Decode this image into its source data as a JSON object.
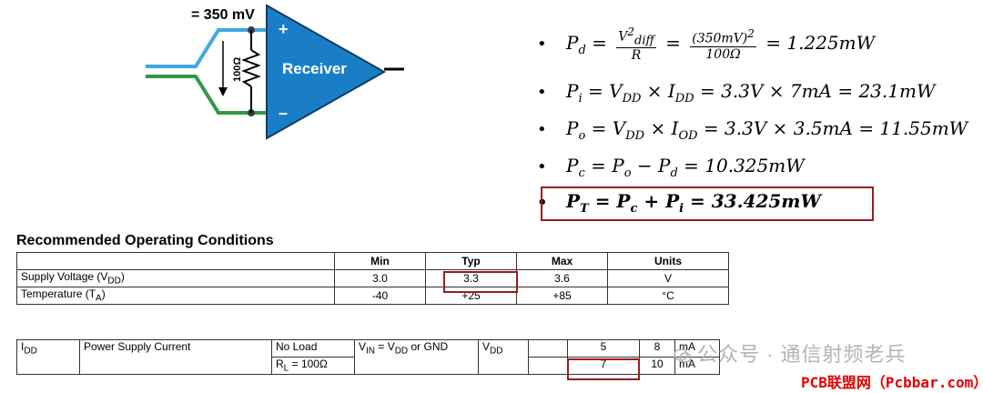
{
  "diagram": {
    "differential_label": "= 350 mV",
    "resistor_label": "100Ω",
    "receiver_label": "Receiver",
    "plus_label": "+",
    "minus_label": "–"
  },
  "equations": {
    "pd": {
      "lhs": "P",
      "lhs_sub": "d",
      "num_var": "V",
      "num_sub": "diff",
      "num_sup": "2",
      "den": "R",
      "num2": "(350mV)",
      "num2_sup": "2",
      "den2": "100Ω",
      "rhs": "= 1.225mW"
    },
    "pi": {
      "text": "= V",
      "sub1": "DD",
      "mid": "× I",
      "sub2": "DD",
      "rhs": "= 3.3V × 7mA = 23.1mW",
      "lhs": "P",
      "lhs_sub": "i"
    },
    "po": {
      "lhs": "P",
      "lhs_sub": "o",
      "text": "= V",
      "sub1": "DD",
      "mid": "× I",
      "sub2": "OD",
      "rhs": "= 3.3V × 3.5mA = 11.55mW"
    },
    "pc": {
      "lhs": "P",
      "lhs_sub": "c",
      "a": "= P",
      "a_sub": "o",
      "b": "− P",
      "b_sub": "d",
      "rhs": "= 10.325mW"
    },
    "pt": {
      "lhs": "P",
      "lhs_sub": "T",
      "a": "= P",
      "a_sub": "c",
      "b": "+ P",
      "b_sub": "i",
      "rhs": "= 33.425mW"
    },
    "bullet": "•"
  },
  "roc": {
    "title": "Recommended Operating Conditions",
    "headers": [
      "",
      "Min",
      "Typ",
      "Max",
      "Units"
    ],
    "rows": [
      {
        "param": "Supply Voltage (V",
        "param_sub": "DD",
        "param_end": ")",
        "min": "3.0",
        "typ": "3.3",
        "max": "3.6",
        "units": "V"
      },
      {
        "param": "Temperature (T",
        "param_sub": "A",
        "param_end": ")",
        "min": "-40",
        "typ": "+25",
        "max": "+85",
        "units": "°C"
      }
    ]
  },
  "idd": {
    "symbol": "I",
    "symbol_sub": "DD",
    "name": "Power Supply Current",
    "cond1": "No Load",
    "cond2": "R",
    "cond2_sub": "L",
    "cond2_end": " = 100Ω",
    "vin": "V",
    "vin_sub": "IN",
    "vin_mid": " = V",
    "vin_sub2": "DD",
    "vin_end": " or GND",
    "vdd": "V",
    "vdd_sub": "DD",
    "typ1": "5",
    "max1": "8",
    "units1": "mA",
    "typ2": "7",
    "max2": "10",
    "units2": "mA"
  },
  "watermark": {
    "text": "公众号 · 通信射频老兵",
    "site": "PCB联盟网（Pcbbar.com）"
  },
  "colors": {
    "receiver_blue": "#1a7ec7",
    "wire_blue": "#3fa9e0",
    "wire_green": "#2e9a45",
    "highlight_red": "#9b1b1b"
  }
}
